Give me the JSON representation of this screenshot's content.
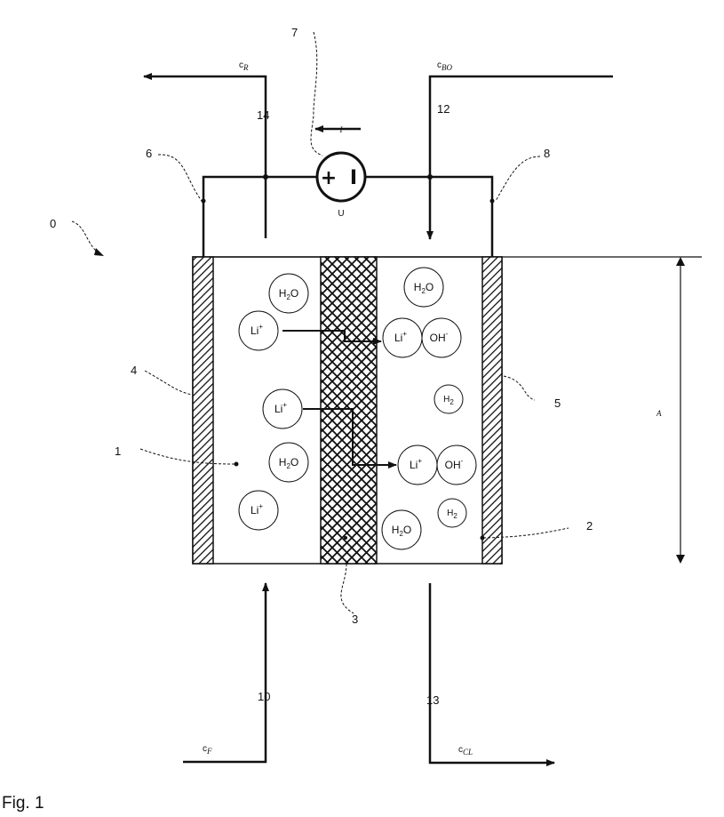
{
  "caption": "Fig. 1",
  "reference_numerals": {
    "device": "0",
    "anolyte_chamber": "1",
    "catholyte_chamber": "2",
    "membrane": "3",
    "anode": "4",
    "cathode": "5",
    "anode_terminal": "6",
    "power_supply": "7",
    "cathode_terminal": "8",
    "anode_inlet": "10",
    "cathode_inlet": "12",
    "cathode_outlet": "13",
    "anode_outlet": "14",
    "height": "A"
  },
  "stream_labels": {
    "anode_outlet": {
      "main": "c",
      "sub": "R"
    },
    "cathode_inlet": {
      "main": "c",
      "sub": "BO"
    },
    "anode_inlet": {
      "main": "c",
      "sub": "F"
    },
    "cathode_outlet": {
      "main": "c",
      "sub": "CL"
    }
  },
  "current_label": "I",
  "source_label": "U",
  "polarity": {
    "plus": "+",
    "minus": "I"
  },
  "species": {
    "water": {
      "base": "H",
      "sub": "2",
      "tail": "O"
    },
    "hydrogen": {
      "base": "H",
      "sub": "2"
    },
    "lithium": {
      "base": "Li",
      "sup": "+"
    },
    "hydroxide": {
      "base": "OH",
      "sup": "-"
    }
  }
}
